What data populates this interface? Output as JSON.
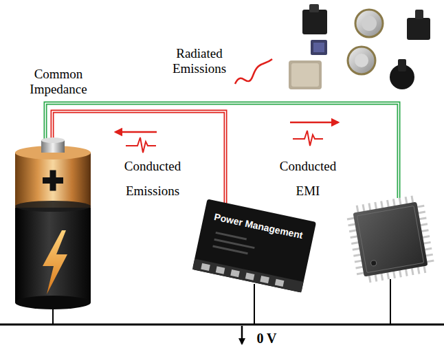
{
  "diagram": {
    "nodes": [
      {
        "text": [
          "Power Management"
        ]
      }
    ],
    "labels": [
      "Common Impedance",
      "Radiated Emissions",
      "Conducted Emissions",
      "Conducted EMI",
      "0 V"
    ]
  }
}
